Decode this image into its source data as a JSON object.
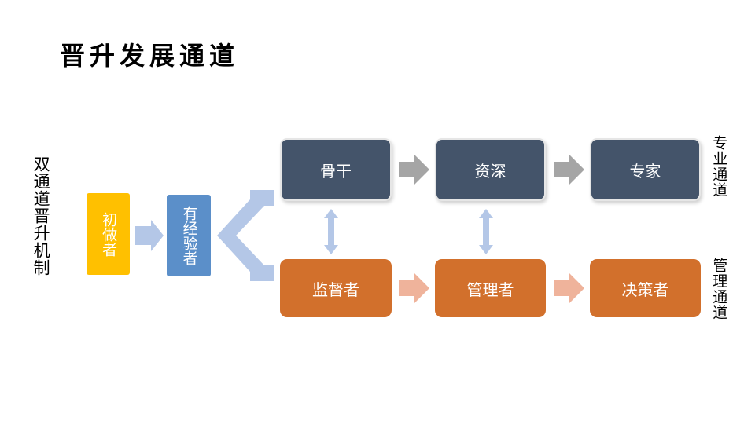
{
  "slide": {
    "title": "晋升发展通道",
    "background": "#ffffff"
  },
  "labels": {
    "left_axis": "双通道晋升机制",
    "professional_track": "专业通道",
    "management_track": "管理通道"
  },
  "entry_stages": [
    {
      "id": "novice",
      "label": "初做者",
      "color": "#FFC000"
    },
    {
      "id": "experienced",
      "label": "有经验者",
      "color": "#5B8FC9"
    }
  ],
  "professional_track": {
    "name": "专业通道",
    "box_color": "#44546A",
    "arrow_color": "#A5A5A5",
    "stages": [
      {
        "id": "backbone",
        "label": "骨干"
      },
      {
        "id": "senior",
        "label": "资深"
      },
      {
        "id": "expert",
        "label": "专家"
      }
    ]
  },
  "management_track": {
    "name": "管理通道",
    "box_color": "#D2702C",
    "arrow_color": "#EFB39B",
    "stages": [
      {
        "id": "supervisor",
        "label": "监督者"
      },
      {
        "id": "manager",
        "label": "管理者"
      },
      {
        "id": "decider",
        "label": "决策者"
      }
    ]
  },
  "connectors": {
    "entry_arrow_color": "#B4C7E7",
    "fork_arrow_color": "#B4C7E7",
    "cross_track_arrow_color": "#B4C7E7",
    "cross_track_count": 2
  }
}
